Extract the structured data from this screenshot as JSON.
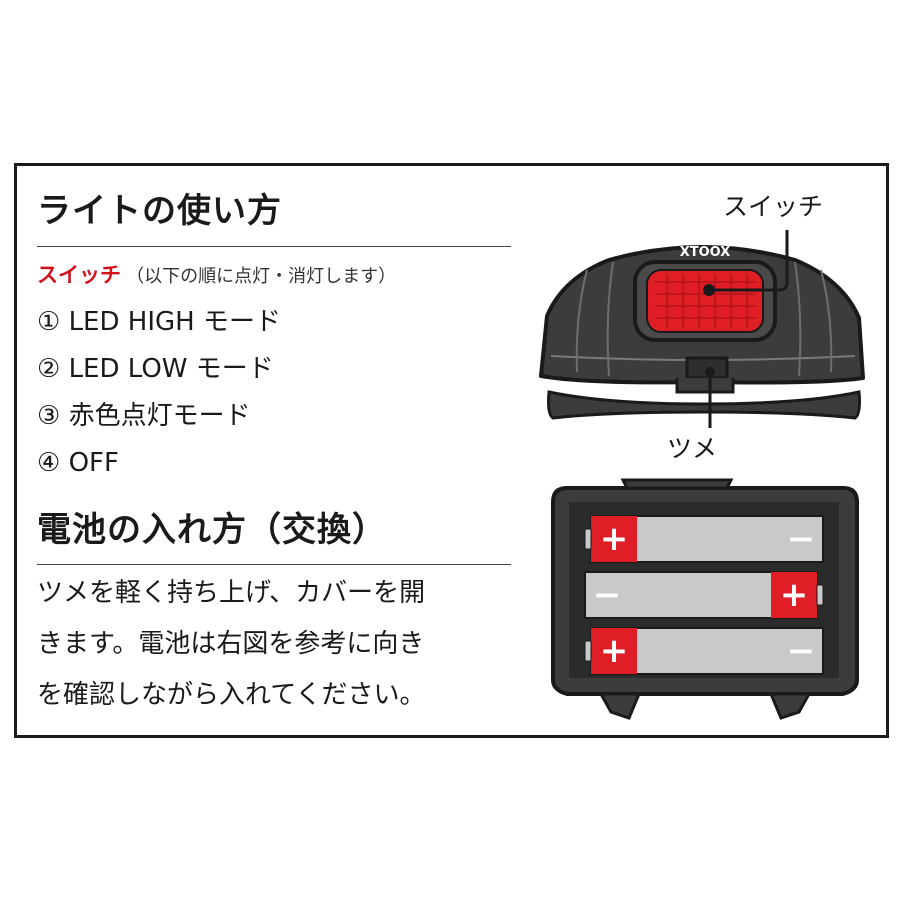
{
  "usage": {
    "heading": "ライトの使い方",
    "switch_label": "スイッチ",
    "switch_note": "（以下の順に点灯・消灯します）",
    "modes": [
      "① LED HIGH モード",
      "② LED LOW モード",
      "③ 赤色点灯モード",
      "④ OFF"
    ]
  },
  "battery": {
    "heading": "電池の入れ方（交換）",
    "instructions": [
      "ツメを軽く持ち上げ、カバーを開",
      "きます。電池は右図を参考に向き",
      "を確認しながら入れてください。"
    ],
    "cells": [
      {
        "left_sign": "+",
        "right_sign": "−"
      },
      {
        "left_sign": "−",
        "right_sign": "+"
      },
      {
        "left_sign": "+",
        "right_sign": "−"
      }
    ]
  },
  "diagram": {
    "switch_callout": "スイッチ",
    "claw_callout": "ツメ",
    "brand": "XTOOX"
  },
  "colors": {
    "accent_red": "#d4101d",
    "body_dark": "#3c3c3c",
    "cell_gray": "#c9c9c9",
    "switch_red": "#e01e25"
  }
}
